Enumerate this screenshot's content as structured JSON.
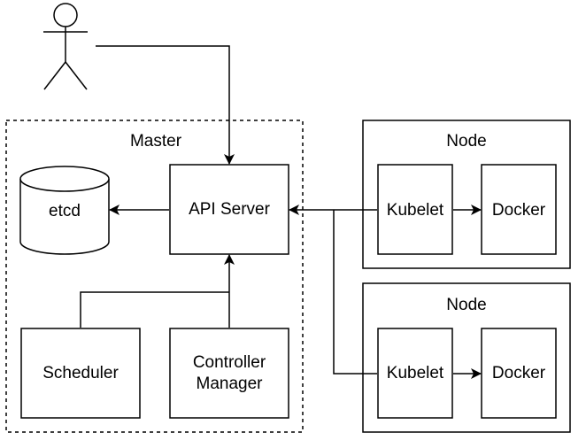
{
  "diagram": {
    "master": {
      "title": "Master"
    },
    "etcd": {
      "label": "etcd"
    },
    "api_server": {
      "label": "API Server"
    },
    "scheduler": {
      "label": "Scheduler"
    },
    "controller_manager": {
      "line1": "Controller",
      "line2": "Manager"
    },
    "nodes": [
      {
        "title": "Node",
        "kubelet": "Kubelet",
        "docker": "Docker"
      },
      {
        "title": "Node",
        "kubelet": "Kubelet",
        "docker": "Docker"
      }
    ],
    "colors": {
      "stroke": "#000000",
      "background": "#ffffff"
    }
  }
}
